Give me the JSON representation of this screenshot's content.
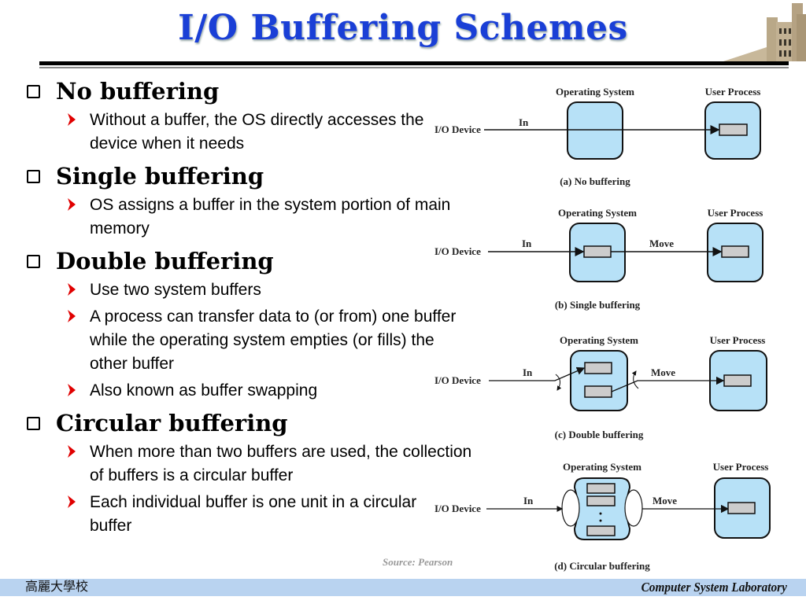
{
  "slide": {
    "title": "I/O Buffering Schemes",
    "sections": [
      {
        "heading": "No buffering",
        "bullets": [
          "Without a buffer, the OS directly accesses the device when it needs"
        ]
      },
      {
        "heading": "Single buffering",
        "bullets": [
          "OS assigns a buffer in the system portion of main memory"
        ]
      },
      {
        "heading": "Double buffering",
        "bullets": [
          "Use two system buffers",
          "A process can transfer data to (or from) one buffer while the operating system empties (or fills) the other buffer",
          "Also known as buffer swapping"
        ]
      },
      {
        "heading": "Circular buffering",
        "bullets": [
          "When more than two buffers are used, the collection of buffers is a circular buffer",
          "Each individual buffer is one unit in a circular buffer"
        ]
      }
    ],
    "source": "Source: Pearson"
  },
  "diagrams": {
    "os_label": "Operating System",
    "user_label": "User Process",
    "io_label": "I/O Device",
    "in_label": "In",
    "move_label": "Move",
    "captions": [
      "(a) No buffering",
      "(b) Single buffering",
      "(c) Double buffering",
      "(d) Circular buffering"
    ],
    "colors": {
      "box_fill": "#b7e1f7",
      "buffer_fill": "#cccccc"
    }
  },
  "footer": {
    "university": "高麗大學校",
    "lab": "Computer System Laboratory"
  },
  "colors": {
    "title": "#1a3fd6",
    "bullet_arrow": "#e00000",
    "footer_band": "#b9d3f0"
  }
}
